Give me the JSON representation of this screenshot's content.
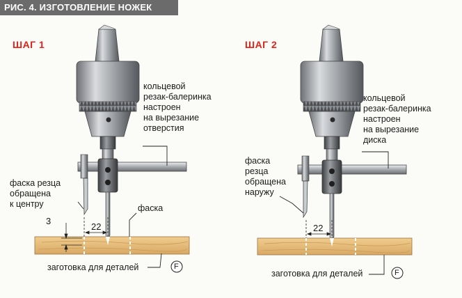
{
  "figure_title": "РИС. 4. ИЗГОТОВЛЕНИЕ НОЖЕК",
  "step1": {
    "title": "ШАГ 1",
    "cutter_note": [
      "кольцевой",
      "резак-балеринка",
      "настроен",
      "на вырезание",
      "отверстия"
    ],
    "bevel_note": [
      "фаска резца",
      "обращена",
      "к центру"
    ],
    "bevel_label": "фаска",
    "dim_small": "3",
    "dim_radius": "22",
    "workpiece_label": "заготовка для деталей",
    "part_letter": "F"
  },
  "step2": {
    "title": "ШАГ 2",
    "cutter_note": [
      "кольцевой",
      "резак-балеринка",
      "настроен",
      "на вырезание",
      "диска"
    ],
    "bevel_note": [
      "фаска",
      "резца",
      "обращена",
      "наружу"
    ],
    "dim_radius": "22",
    "workpiece_label": "заготовка для деталей",
    "part_letter": "F"
  },
  "colors": {
    "step_red": "#e2231a",
    "banner_gray": "#6b6b6b",
    "wood": "#e3b97a",
    "metal": "#b9bcc0"
  }
}
